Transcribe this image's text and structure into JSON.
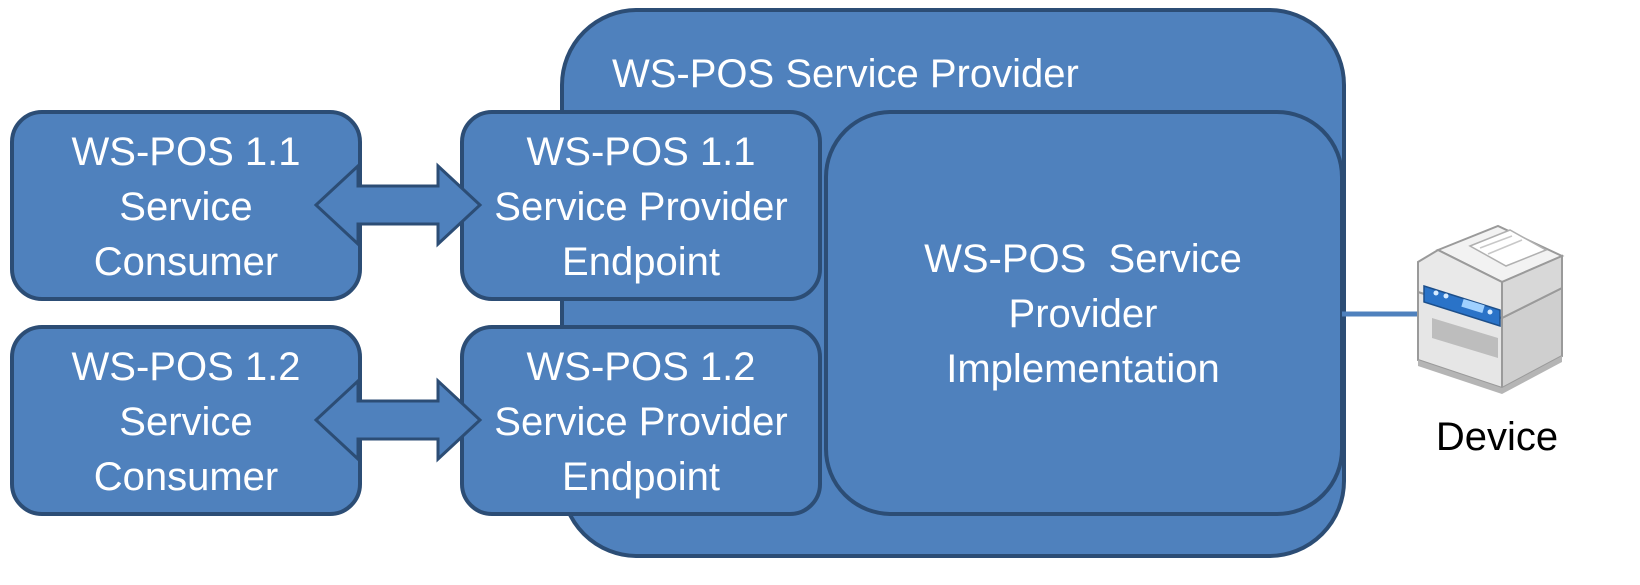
{
  "diagram": {
    "provider": {
      "title": "WS-POS Service Provider"
    },
    "consumers": [
      {
        "lines": [
          "WS-POS 1.1",
          "Service",
          "Consumer"
        ]
      },
      {
        "lines": [
          "WS-POS 1.2",
          "Service",
          "Consumer"
        ]
      }
    ],
    "endpoints": [
      {
        "lines": [
          "WS-POS 1.1",
          "Service Provider",
          "Endpoint"
        ]
      },
      {
        "lines": [
          "WS-POS 1.2",
          "Service Provider",
          "Endpoint"
        ]
      }
    ],
    "implementation": {
      "lines": [
        "WS-POS  Service",
        "Provider",
        "Implementation"
      ]
    },
    "device": {
      "label": "Device",
      "icon": "printer-icon"
    }
  },
  "colors": {
    "box_fill": "#4f81bd",
    "box_stroke": "#2c4d75",
    "text": "#ffffff"
  }
}
